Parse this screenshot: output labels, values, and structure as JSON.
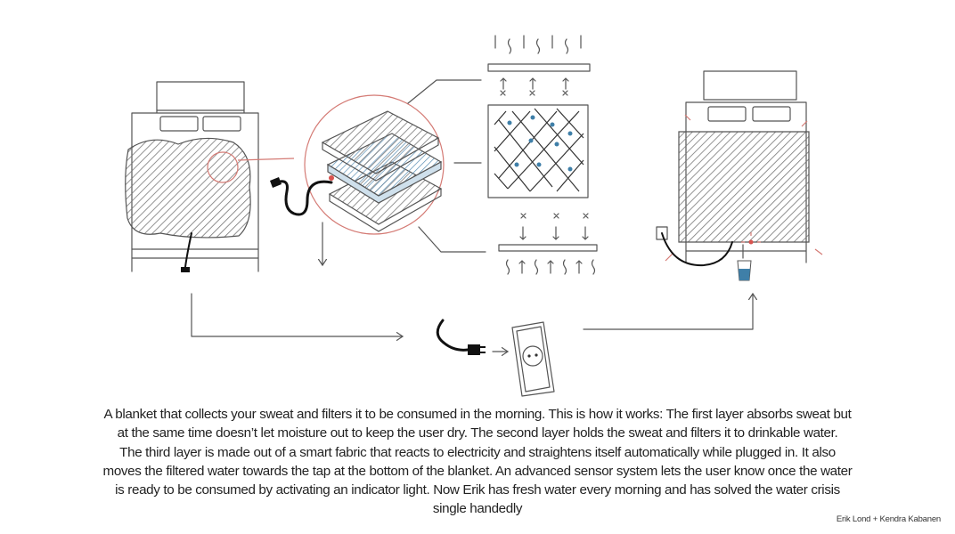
{
  "caption": {
    "lines": [
      "A blanket that collects your sweat and filters it to be consumed in the morning. This is how it works: The first layer absorbs sweat but",
      "at the same time doesn’t let moisture out to keep the user dry. The second layer holds the sweat and filters it to drinkable water.",
      "The third layer is made out of a smart fabric that reacts to electricity and straightens itself automatically while plugged in. It also",
      "moves the filtered water towards the tap at the bottom of the blanket. An advanced sensor system lets the user know once the water",
      "is ready to be consumed by activating an indicator light. Now Erik has fresh water every morning and has solved the water crisis",
      "single handedly"
    ]
  },
  "credit": "Erik Lond + Kendra Kabanen",
  "colors": {
    "accent_red": "#d47a74",
    "water_blue": "#3f7fa8",
    "ink": "#555555"
  }
}
